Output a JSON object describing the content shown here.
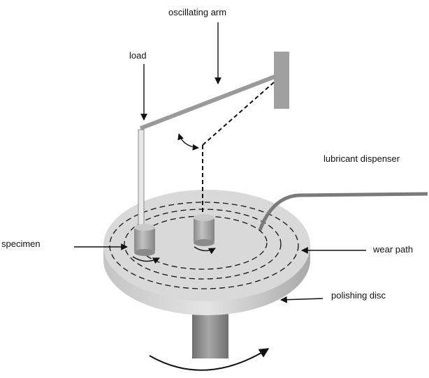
{
  "labels": {
    "oscillating_arm": "oscillating arm",
    "load": "load",
    "lubricant_dispenser": "lubricant dispenser",
    "specimen": "specimen",
    "wear_path": "wear path",
    "polishing_disc": "polishing disc"
  },
  "colors": {
    "line": "#111111",
    "disc_top": "#d6d6d6",
    "disc_edge": "#b8b8b8",
    "shaft": "#8c8c8c",
    "specimen": "#a4a4a4",
    "arm_rod": "#9a9a9a",
    "mount": "#9e9e9e",
    "dispenser": "#7a7a7a"
  }
}
